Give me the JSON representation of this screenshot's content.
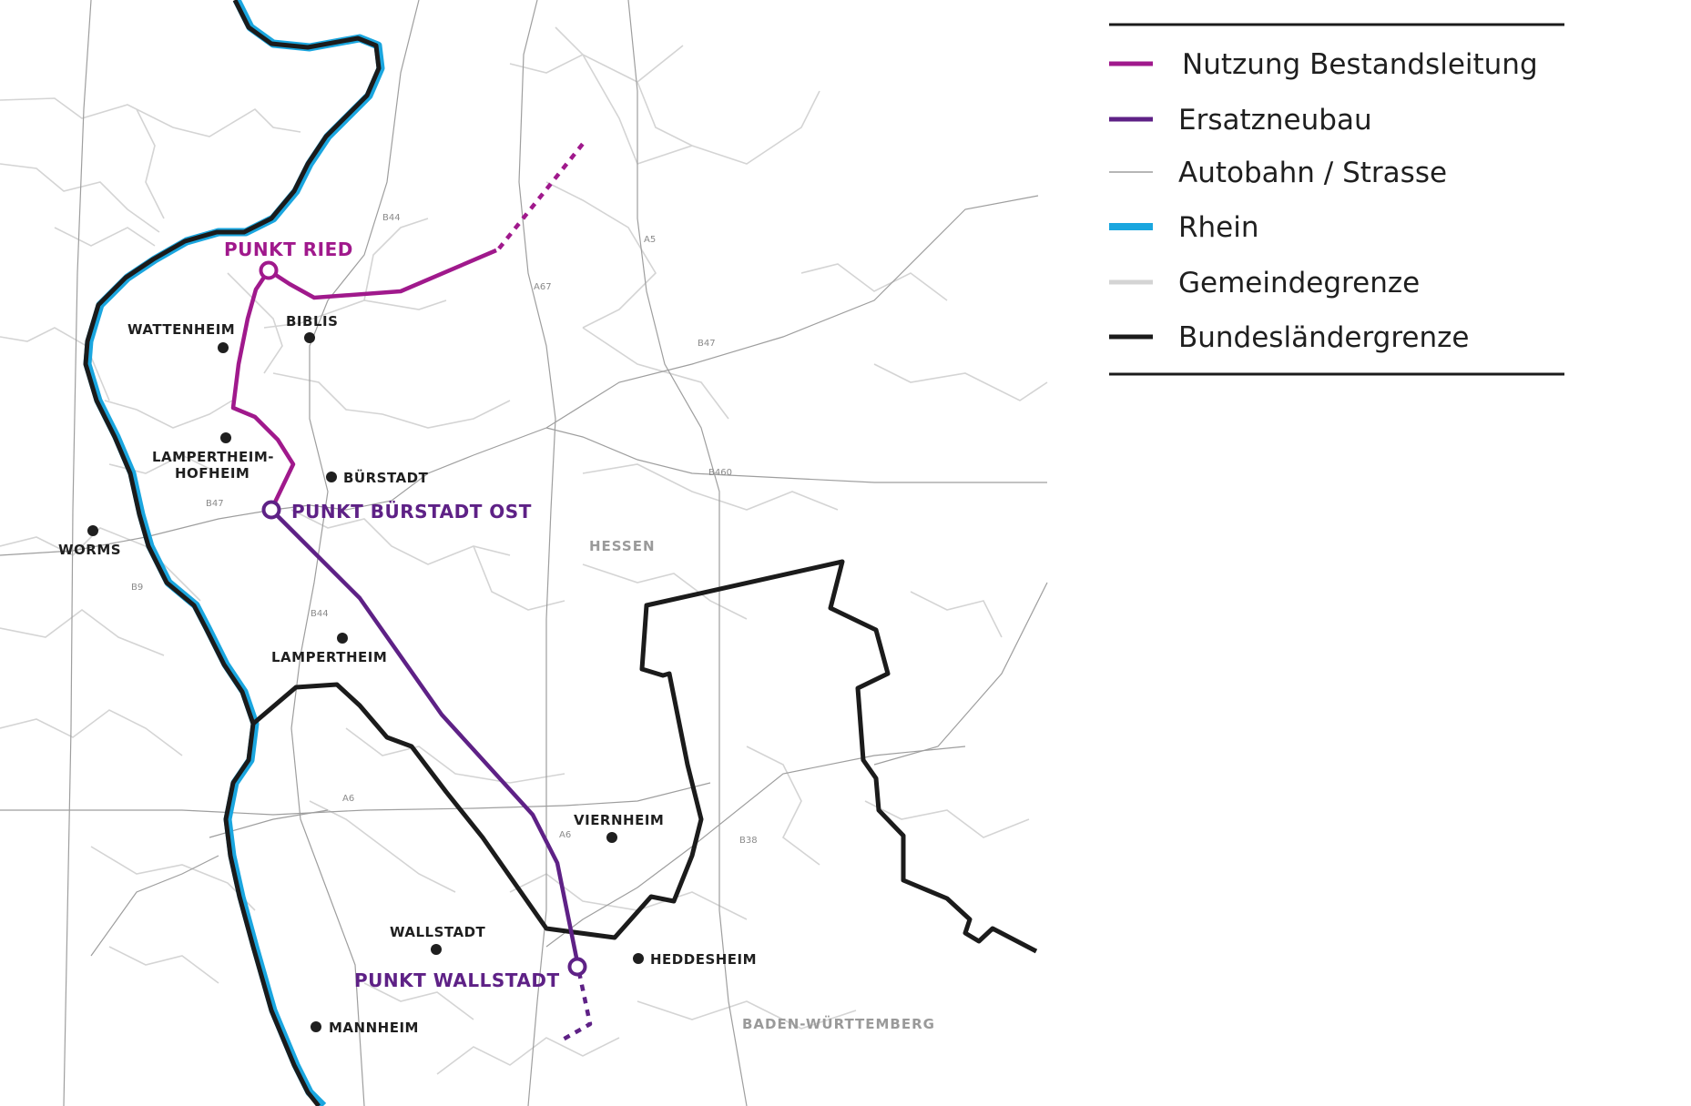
{
  "colors": {
    "bestand": "#a0198c",
    "ersatz": "#5e2186",
    "road": "#9e9e9e",
    "rhein": "#1aa6df",
    "gemeinde": "#d4d4d4",
    "border": "#1b1b1b"
  },
  "legend": {
    "items": [
      {
        "label": "Nutzung Bestandsleitung",
        "key": "bestand"
      },
      {
        "label": "Ersatzneubau",
        "key": "ersatz"
      },
      {
        "label": "Autobahn / Strasse",
        "key": "road"
      },
      {
        "label": "Rhein",
        "key": "rhein"
      },
      {
        "label": "Gemeindegrenze",
        "key": "gemeinde"
      },
      {
        "label": "Bundesländergrenze",
        "key": "border"
      }
    ]
  },
  "points": {
    "ried": "PUNKT RIED",
    "buerstadt_ost": "PUNKT BÜRSTADT OST",
    "wallstadt": "PUNKT WALLSTADT"
  },
  "places": {
    "wattenheim": "WATTENHEIM",
    "biblis": "BIBLIS",
    "lampertheim_hofheim_1": "LAMPERTHEIM-",
    "lampertheim_hofheim_2": "HOFHEIM",
    "buerstadt": "BÜRSTADT",
    "worms": "WORMS",
    "lampertheim": "LAMPERTHEIM",
    "viernheim": "VIERNHEIM",
    "wallstadt": "WALLSTADT",
    "heddesheim": "HEDDESHEIM",
    "mannheim": "MANNHEIM"
  },
  "states": {
    "hessen": "HESSEN",
    "bw": "BADEN-WÜRTTEMBERG"
  },
  "roads": {
    "b44_top": "B44",
    "a67": "A67",
    "a5": "A5",
    "b47_right": "B47",
    "b460": "B460",
    "b47_left": "B47",
    "b9": "B9",
    "b44_mid": "B44",
    "a6_left": "A6",
    "a6_mid": "A6",
    "b38": "B38"
  }
}
